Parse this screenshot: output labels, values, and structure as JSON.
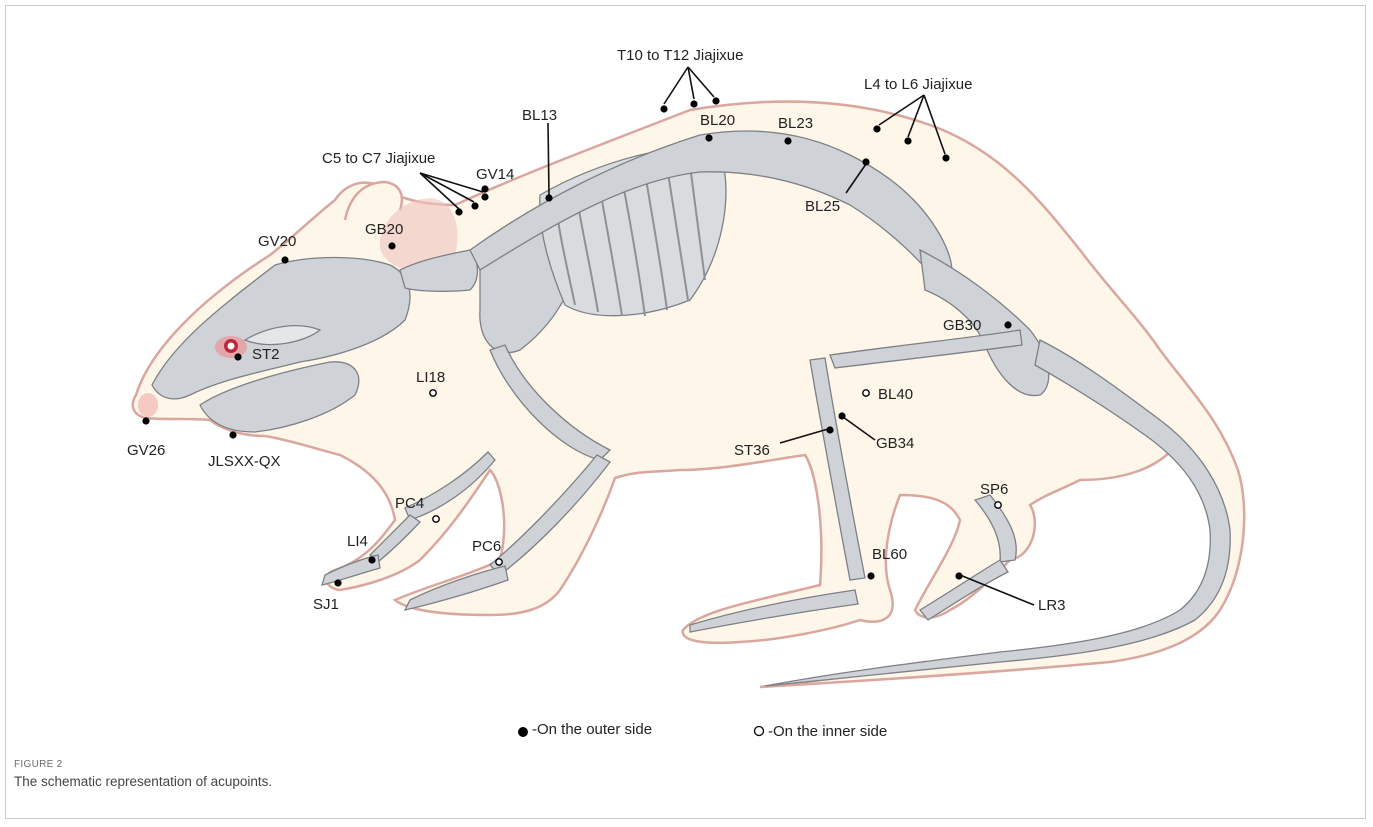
{
  "figure": {
    "label": "FIGURE 2",
    "caption": "The schematic representation of acupoints."
  },
  "colors": {
    "body_fill": "#fdf6e9",
    "body_outline": "#d9a79e",
    "bone": "#cdd0d4",
    "bone_dark": "#8d9094",
    "highlight": "#e8a5a5",
    "point": "#000000"
  },
  "labels": {
    "t10_t12": "T10 to T12 Jiajixue",
    "l4_l6": "L4 to L6 Jiajixue",
    "c5_c7": "C5 to C7 Jiajixue",
    "bl13": "BL13",
    "bl20": "BL20",
    "bl23": "BL23",
    "bl25": "BL25",
    "gv14": "GV14",
    "gb20": "GB20",
    "gv20": "GV20",
    "st2": "ST2",
    "li18": "LI18",
    "gv26": "GV26",
    "jlsxx_qx": "JLSXX-QX",
    "pc4": "PC4",
    "li4": "LI4",
    "sj1": "SJ1",
    "pc6": "PC6",
    "gb30": "GB30",
    "bl40": "BL40",
    "st36": "ST36",
    "gb34": "GB34",
    "sp6": "SP6",
    "bl60": "BL60",
    "lr3": "LR3"
  },
  "legend": {
    "outer": "-On the outer side",
    "inner": "-On the inner side"
  }
}
